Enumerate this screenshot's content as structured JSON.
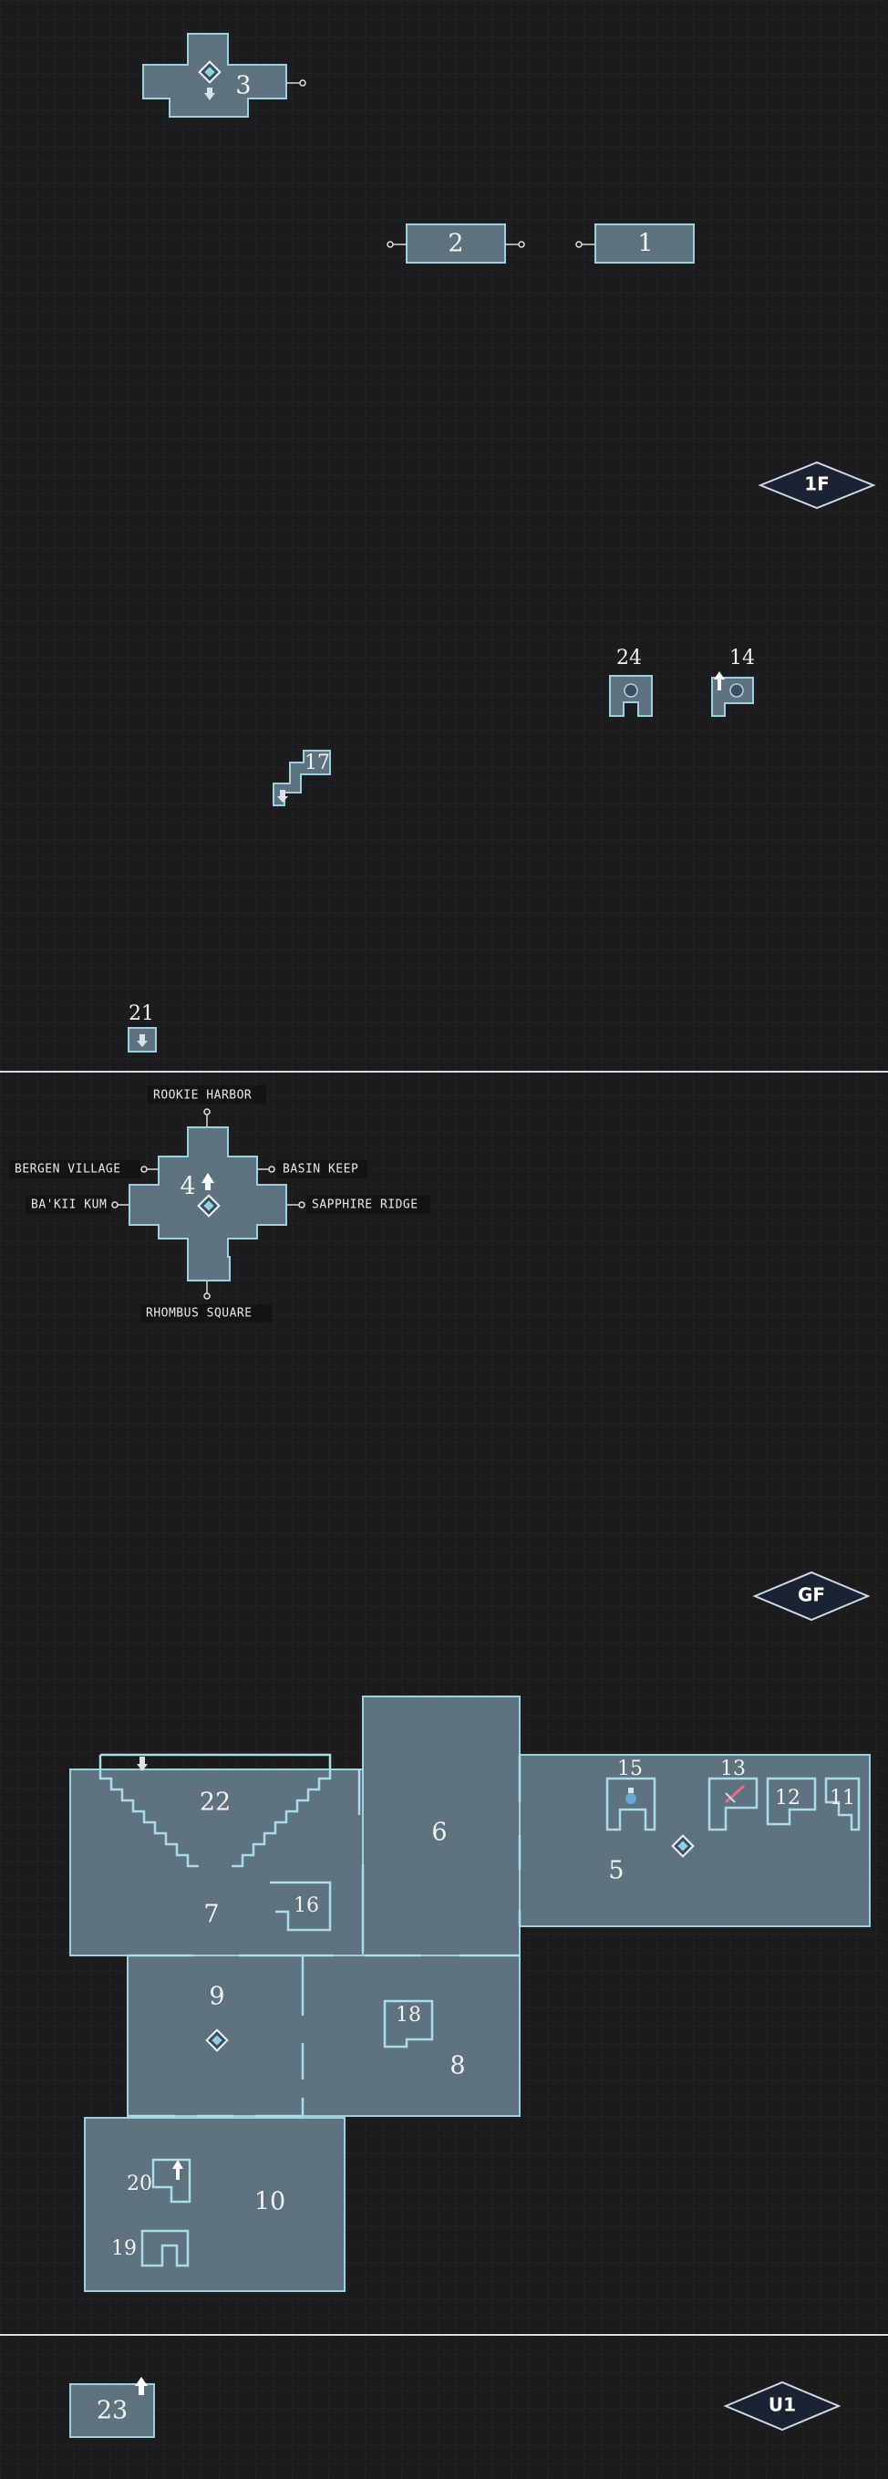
{
  "floors": [
    {
      "label": "1F"
    },
    {
      "label": "GF"
    },
    {
      "label": "U1"
    }
  ],
  "rooms": {
    "r1": "1",
    "r2": "2",
    "r3": "3",
    "r4": "4",
    "r5": "5",
    "r6": "6",
    "r7": "7",
    "r8": "8",
    "r9": "9",
    "r10": "10",
    "r11": "11",
    "r12": "12",
    "r13": "13",
    "r14": "14",
    "r15": "15",
    "r16": "16",
    "r17": "17",
    "r18": "18",
    "r19": "19",
    "r20": "20",
    "r21": "21",
    "r22": "22",
    "r23": "23",
    "r24": "24"
  },
  "exits": {
    "rookie_harbor": "ROOKIE HARBOR",
    "bergen_village": "BERGEN VILLAGE",
    "basin_keep": "BASIN KEEP",
    "bakii_kum": "BA'KII KUM",
    "sapphire_ridge": "SAPPHIRE RIDGE",
    "rhombus_square": "RHOMBUS SQUARE"
  },
  "icons": {
    "waypoint": "waypoint-diamond-icon",
    "stairs_up": "stairs-up-icon",
    "stairs_down": "stairs-down-icon",
    "shop": "shop-icon",
    "weapon": "sword-icon",
    "potion": "potion-icon"
  },
  "colors": {
    "background": "#1c1c1f",
    "grid": "#28363d",
    "room_fill": "#5f7280",
    "room_edge": "#9fd0de"
  }
}
